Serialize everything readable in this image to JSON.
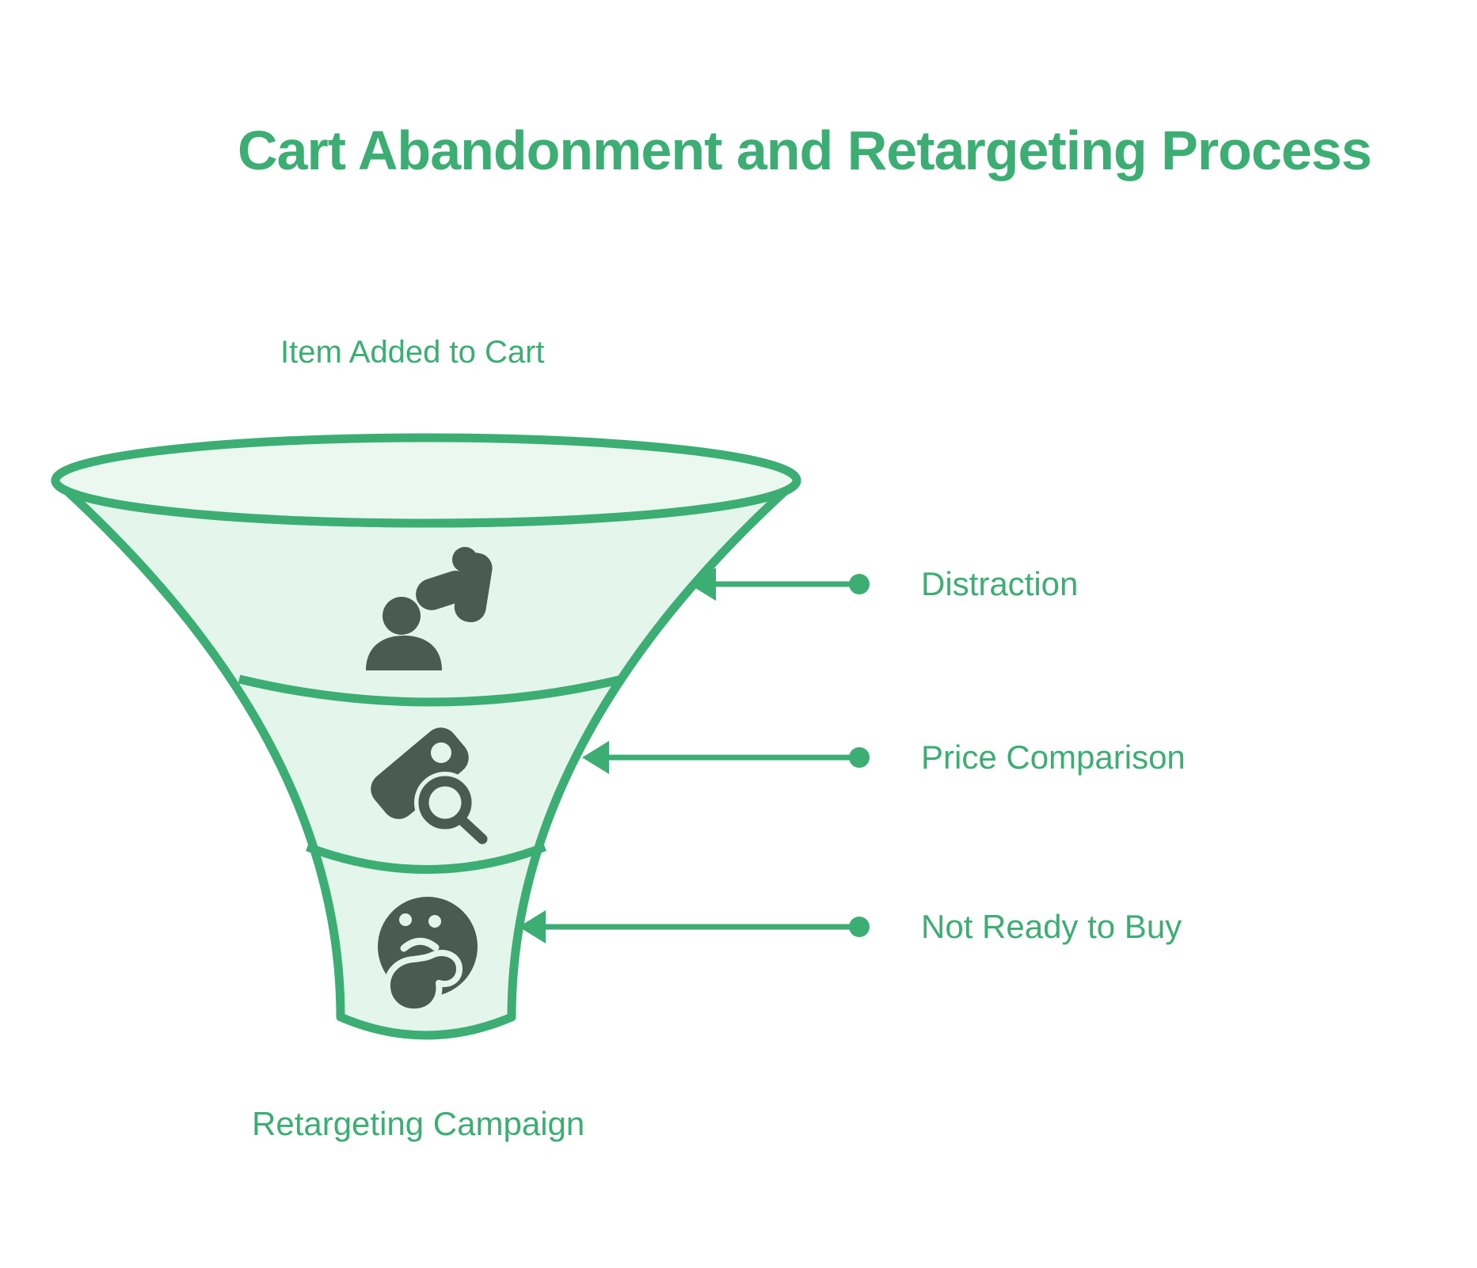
{
  "title": "Cart Abandonment and Retargeting Process",
  "colors": {
    "accent_green": "#3CAE74",
    "funnel_fill": "#E4F5EB",
    "funnel_top_fill": "#EAF8F0",
    "icon_dark": "#4A5C52"
  },
  "funnel": {
    "entry_label": "Item Added to Cart",
    "exit_label": "Retargeting Campaign",
    "stages": [
      {
        "label": "Distraction",
        "icon": "person-waving-icon"
      },
      {
        "label": "Price Comparison",
        "icon": "price-tag-search-icon"
      },
      {
        "label": "Not Ready to Buy",
        "icon": "thinking-face-icon"
      }
    ]
  }
}
